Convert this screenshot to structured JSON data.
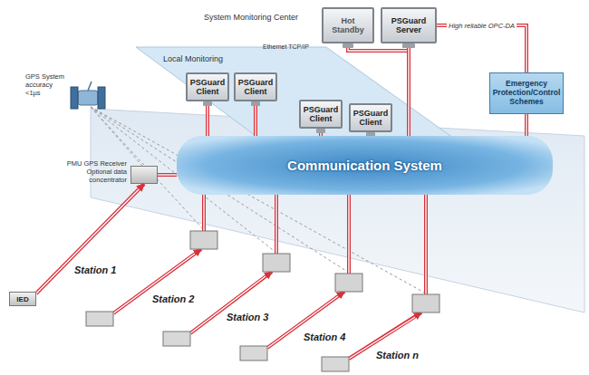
{
  "diagram": {
    "nodes": [
      {
        "text": [
          "Hot Standby"
        ]
      },
      {
        "text": [
          "PSGuard Server"
        ]
      },
      {
        "text": [
          "Emergency Protection/Control Schemes"
        ]
      },
      {
        "text": [
          "PSGuard Client"
        ]
      },
      {
        "text": [
          "PSGuard Client"
        ]
      },
      {
        "text": [
          "PSGuard Client"
        ]
      },
      {
        "text": [
          "PSGuard Client"
        ]
      },
      {
        "text": [
          "Communication System"
        ]
      },
      {
        "text": [
          "PMU GPS Receiver Optional data concentrator"
        ]
      },
      {
        "text": [
          "IED"
        ]
      }
    ],
    "edges": [
      {
        "from": 0,
        "to": 1,
        "arrow": "none"
      },
      {
        "from": 1,
        "to": 2,
        "label": "High reliable OPC-DA",
        "arrow": "none"
      },
      {
        "from": 1,
        "to": 7,
        "arrow": "none"
      },
      {
        "from": 3,
        "to": 7,
        "arrow": "none"
      },
      {
        "from": 4,
        "to": 7,
        "arrow": "none"
      },
      {
        "from": 5,
        "to": 7,
        "arrow": "none"
      },
      {
        "from": 6,
        "to": 7,
        "arrow": "none"
      },
      {
        "from": 2,
        "to": 7,
        "arrow": "none"
      },
      {
        "from": 8,
        "to": 7,
        "arrow": "none"
      },
      {
        "from": 9,
        "to": 8,
        "arrow": "to"
      }
    ],
    "labels": [
      "System Monitoring Center",
      "Ethernet TCP/IP",
      "Local Monitoring",
      "GPS System accuracy <1µs",
      "Station 1",
      "Station 2",
      "Station 3",
      "Station 4",
      "Station n"
    ]
  }
}
